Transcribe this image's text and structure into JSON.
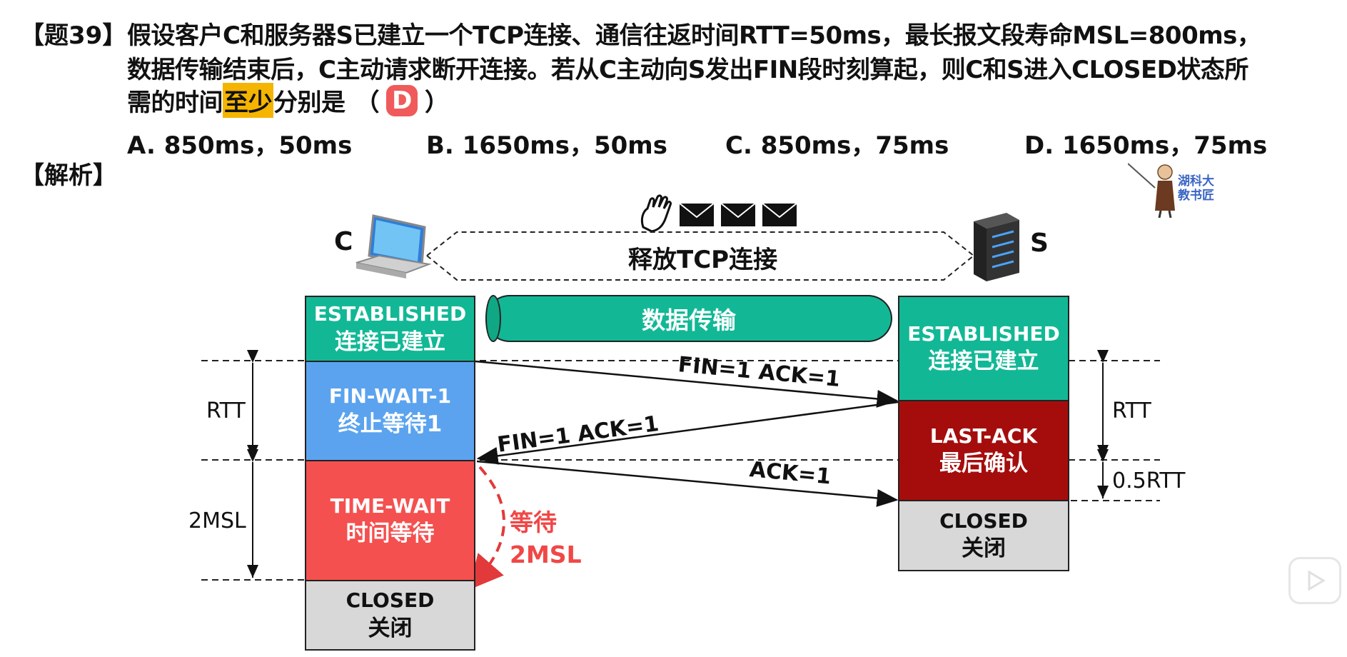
{
  "question": {
    "number": "【题39】",
    "line1": "假设客户C和服务器S已建立一个TCP连接、通信往返时间RTT=50ms，最长报文段寿命MSL=800ms，",
    "line2": "数据传输结束后，C主动请求断开连接。若从C主动向S发出FIN段时刻算起，则C和S进入CLOSED状态所",
    "line3_pre": "需的时间",
    "line3_highlight": "至少",
    "line3_post": "分别是",
    "paren_open": "（",
    "answer": "D",
    "paren_close": "）",
    "options": {
      "a": "A.  850ms，50ms",
      "b": "B. 1650ms，50ms",
      "c": "C. 850ms，75ms",
      "d": "D. 1650ms，75ms"
    },
    "analysis_label": "【解析】"
  },
  "diagram": {
    "client_label": "C",
    "server_label": "S",
    "release_label": "释放TCP连接",
    "data_transfer": "数据传输",
    "client_states": {
      "established": {
        "en": "ESTABLISHED",
        "cn": "连接已建立"
      },
      "fin_wait_1": {
        "en": "FIN-WAIT-1",
        "cn": "终止等待1"
      },
      "time_wait": {
        "en": "TIME-WAIT",
        "cn": "时间等待"
      },
      "closed": {
        "en": "CLOSED",
        "cn": "关闭"
      }
    },
    "server_states": {
      "established": {
        "en": "ESTABLISHED",
        "cn": "连接已建立"
      },
      "last_ack": {
        "en": "LAST-ACK",
        "cn": "最后确认"
      },
      "closed": {
        "en": "CLOSED",
        "cn": "关闭"
      }
    },
    "messages": {
      "fin_client": "FIN=1  ACK=1",
      "fin_server": "FIN=1    ACK=1",
      "ack_final": "ACK=1"
    },
    "left_labels": {
      "rtt": "RTT",
      "msl2": "2MSL"
    },
    "right_labels": {
      "rtt": "RTT",
      "half_rtt": "0.5RTT"
    },
    "wait_label_line1": "等待",
    "wait_label_line2": "2MSL"
  },
  "watermark": {
    "line1": "湖科大",
    "line2": "教书匠"
  },
  "colors": {
    "established": "#12b896",
    "fin_wait": "#5ba3ef",
    "time_wait": "#f4504f",
    "last_ack": "#a50d0d",
    "closed": "#d8d8d8",
    "highlight": "#f5b400",
    "answer_badge": "#f05a5a"
  }
}
